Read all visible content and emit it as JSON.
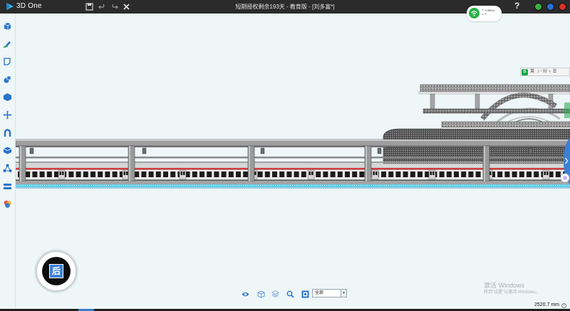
{
  "app": {
    "name": "3D One",
    "window_title": "短期授权剩余193天 - 教育版 - [刘多富*]"
  },
  "titlebar": {
    "save_icon": "save-icon",
    "undo_icon": "undo-icon",
    "redo_icon": "redo-icon",
    "close_file_icon": "close-icon",
    "help_label": "?"
  },
  "window_controls": {
    "minimize_color": "#3cb043",
    "restore_color": "#2f6fd6",
    "close_color": "#d93025"
  },
  "network_widget": {
    "upload": "0.39K/s",
    "download": "0"
  },
  "ime": {
    "logo": "S",
    "mode": "英 ☽ ⁾ ▤ ♁ ☰"
  },
  "left_toolbar": {
    "items": [
      {
        "name": "basic-solid-icon"
      },
      {
        "name": "sketch-icon"
      },
      {
        "name": "sketch-edit-icon"
      },
      {
        "name": "feature-modeling-icon"
      },
      {
        "name": "special-function-icon"
      },
      {
        "name": "basic-edit-icon"
      },
      {
        "name": "magnet-icon"
      },
      {
        "name": "combine-edit-icon"
      },
      {
        "name": "distance-measure-icon"
      },
      {
        "name": "pattern-icon"
      },
      {
        "name": "color-icon"
      }
    ]
  },
  "view_cube": {
    "face_label": "后"
  },
  "bottom_toolbar": {
    "icons": [
      "eye-icon",
      "render-mode-icon",
      "view-layout-icon",
      "zoom-icon",
      "fit-view-icon"
    ],
    "layer_selection": "全部"
  },
  "watermark": {
    "line1": "激活 Windows",
    "line2": "转到\"设置\"以激活 Windows。"
  },
  "status": {
    "dimension": "2520.7 mm"
  },
  "colors": {
    "titlebar": "#2b2b2b",
    "viewport_bg": "#eef6f7",
    "accent_blue": "#3d7fd4",
    "train_red": "#d73a3a"
  }
}
